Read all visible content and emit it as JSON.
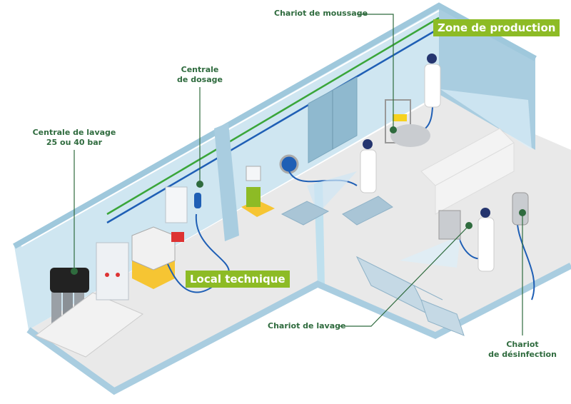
{
  "labels": {
    "chariot_moussage": "Chariot de moussage",
    "zone_production": "Zone de production",
    "centrale_dosage": [
      "Centrale",
      "de dosage"
    ],
    "centrale_lavage": [
      "Centrale de lavage",
      "25 ou 40 bar"
    ],
    "local_technique": "Local technique",
    "chariot_lavage": "Chariot de lavage",
    "chariot_desinfection": [
      "Chariot",
      "de désinfection"
    ]
  },
  "colors": {
    "label_green": "#2f6b3e",
    "zone_box": "#8dbb25",
    "wall": "#c8e2ee",
    "wall_edge": "#9fc8dc",
    "floor": "#e9e9e9",
    "hose": "#1f5fb5",
    "pipe_green": "#3aa63a"
  }
}
